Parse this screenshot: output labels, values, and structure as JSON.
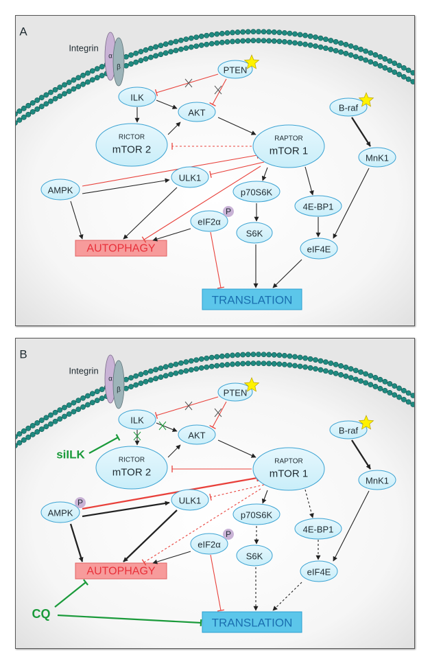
{
  "colors": {
    "activation": "#222222",
    "inhibition": "#e8403a",
    "treatment": "#1a9a3a",
    "node_fill": "#c9eef9",
    "node_stroke": "#3aa2d2",
    "autophagy_fill": "#f79b9b",
    "autophagy_text": "#e8303a",
    "translation_fill": "#5cc6ea",
    "translation_text": "#1a6fb0",
    "lipid": "#1f8a80",
    "star": "#fff200"
  },
  "panels": [
    {
      "label": "A",
      "integrin_label": "Integrin",
      "integrin_subunits": [
        "α",
        "β"
      ],
      "nodes": [
        {
          "id": "PTEN",
          "label": "PTEN",
          "mutated": true
        },
        {
          "id": "ILK",
          "label": "ILK"
        },
        {
          "id": "AKT",
          "label": "AKT"
        },
        {
          "id": "mTOR2",
          "sublabel": "RICTOR",
          "label": "mTOR 2"
        },
        {
          "id": "mTOR1",
          "sublabel": "RAPTOR",
          "label": "mTOR 1"
        },
        {
          "id": "Braf",
          "label": "B-raf",
          "mutated": true
        },
        {
          "id": "MnK1",
          "label": "MnK1"
        },
        {
          "id": "AMPK",
          "label": "AMPK"
        },
        {
          "id": "ULK1",
          "label": "ULK1"
        },
        {
          "id": "p70S6K",
          "label": "p70S6K"
        },
        {
          "id": "4EBP1",
          "label": "4E-BP1"
        },
        {
          "id": "eIF2a",
          "label": "eIF2α",
          "phospho": "P"
        },
        {
          "id": "S6K",
          "label": "S6K"
        },
        {
          "id": "eIF4E",
          "label": "eIF4E"
        }
      ],
      "outputs": {
        "autophagy": "AUTOPHAGY",
        "translation": "TRANSLATION"
      },
      "treatments": [],
      "edges": [
        {
          "from": "PTEN",
          "to": "ILK",
          "type": "inhibition",
          "blocked": true
        },
        {
          "from": "PTEN",
          "to": "AKT",
          "type": "inhibition",
          "blocked": true
        },
        {
          "from": "ILK",
          "to": "AKT",
          "type": "activation"
        },
        {
          "from": "ILK",
          "to": "mTOR2",
          "type": "activation"
        },
        {
          "from": "mTOR2",
          "to": "AKT",
          "type": "activation"
        },
        {
          "from": "AKT",
          "to": "mTOR1",
          "type": "activation"
        },
        {
          "from": "mTOR1",
          "to": "mTOR2",
          "type": "inhibition",
          "style": "dotted"
        },
        {
          "from": "AMPK",
          "to": "mTOR1",
          "type": "inhibition"
        },
        {
          "from": "mTOR1",
          "to": "ULK1",
          "type": "inhibition"
        },
        {
          "from": "AMPK",
          "to": "ULK1",
          "type": "activation"
        },
        {
          "from": "mTOR1",
          "to": "AUTOPHAGY",
          "type": "inhibition"
        },
        {
          "from": "mTOR1",
          "to": "p70S6K",
          "type": "activation"
        },
        {
          "from": "mTOR1",
          "to": "4EBP1",
          "type": "activation"
        },
        {
          "from": "AMPK",
          "to": "AUTOPHAGY",
          "type": "activation"
        },
        {
          "from": "ULK1",
          "to": "AUTOPHAGY",
          "type": "activation"
        },
        {
          "from": "eIF2a",
          "to": "AUTOPHAGY",
          "type": "activation"
        },
        {
          "from": "eIF2a",
          "to": "TRANSLATION",
          "type": "inhibition"
        },
        {
          "from": "p70S6K",
          "to": "S6K",
          "type": "activation"
        },
        {
          "from": "4EBP1",
          "to": "eIF4E",
          "type": "activation"
        },
        {
          "from": "Braf",
          "to": "MnK1",
          "type": "activation",
          "weight": "bold"
        },
        {
          "from": "MnK1",
          "to": "eIF4E",
          "type": "activation"
        },
        {
          "from": "S6K",
          "to": "TRANSLATION",
          "type": "activation"
        },
        {
          "from": "eIF4E",
          "to": "TRANSLATION",
          "type": "activation"
        }
      ]
    },
    {
      "label": "B",
      "integrin_label": "Integrin",
      "integrin_subunits": [
        "α",
        "β"
      ],
      "nodes": [
        {
          "id": "PTEN",
          "label": "PTEN",
          "mutated": true
        },
        {
          "id": "ILK",
          "label": "ILK"
        },
        {
          "id": "AKT",
          "label": "AKT"
        },
        {
          "id": "mTOR2",
          "sublabel": "RICTOR",
          "label": "mTOR 2"
        },
        {
          "id": "mTOR1",
          "sublabel": "RAPTOR",
          "label": "mTOR 1"
        },
        {
          "id": "Braf",
          "label": "B-raf",
          "mutated": true
        },
        {
          "id": "MnK1",
          "label": "MnK1"
        },
        {
          "id": "AMPK",
          "label": "AMPK",
          "phospho": "P"
        },
        {
          "id": "ULK1",
          "label": "ULK1"
        },
        {
          "id": "p70S6K",
          "label": "p70S6K"
        },
        {
          "id": "4EBP1",
          "label": "4E-BP1"
        },
        {
          "id": "eIF2a",
          "label": "eIF2α",
          "phospho": "P"
        },
        {
          "id": "S6K",
          "label": "S6K"
        },
        {
          "id": "eIF4E",
          "label": "eIF4E"
        }
      ],
      "outputs": {
        "autophagy": "AUTOPHAGY",
        "translation": "TRANSLATION"
      },
      "treatments": [
        {
          "id": "siILK",
          "label": "siILK"
        },
        {
          "id": "CQ",
          "label": "CQ"
        }
      ],
      "edges": [
        {
          "from": "PTEN",
          "to": "ILK",
          "type": "inhibition",
          "blocked": true
        },
        {
          "from": "PTEN",
          "to": "AKT",
          "type": "inhibition",
          "blocked": true
        },
        {
          "from": "ILK",
          "to": "AKT",
          "type": "activation",
          "blocked_by_treatment": true
        },
        {
          "from": "ILK",
          "to": "mTOR2",
          "type": "activation",
          "blocked_by_treatment": true
        },
        {
          "from": "mTOR2",
          "to": "AKT",
          "type": "activation"
        },
        {
          "from": "AKT",
          "to": "mTOR1",
          "type": "activation"
        },
        {
          "from": "mTOR1",
          "to": "mTOR2",
          "type": "inhibition"
        },
        {
          "from": "AMPK",
          "to": "mTOR1",
          "type": "inhibition",
          "weight": "bold"
        },
        {
          "from": "mTOR1",
          "to": "ULK1",
          "type": "inhibition",
          "style": "dotted"
        },
        {
          "from": "AMPK",
          "to": "ULK1",
          "type": "activation",
          "weight": "bold"
        },
        {
          "from": "mTOR1",
          "to": "AUTOPHAGY",
          "type": "inhibition",
          "style": "dotted"
        },
        {
          "from": "mTOR1",
          "to": "p70S6K",
          "type": "activation"
        },
        {
          "from": "mTOR1",
          "to": "4EBP1",
          "type": "activation",
          "style": "dotted"
        },
        {
          "from": "AMPK",
          "to": "AUTOPHAGY",
          "type": "activation",
          "weight": "bold"
        },
        {
          "from": "ULK1",
          "to": "AUTOPHAGY",
          "type": "activation",
          "weight": "bold"
        },
        {
          "from": "eIF2a",
          "to": "AUTOPHAGY",
          "type": "activation"
        },
        {
          "from": "eIF2a",
          "to": "TRANSLATION",
          "type": "inhibition"
        },
        {
          "from": "p70S6K",
          "to": "S6K",
          "type": "activation",
          "style": "dotted"
        },
        {
          "from": "4EBP1",
          "to": "eIF4E",
          "type": "activation",
          "style": "dotted"
        },
        {
          "from": "Braf",
          "to": "MnK1",
          "type": "activation",
          "weight": "bold"
        },
        {
          "from": "MnK1",
          "to": "eIF4E",
          "type": "activation"
        },
        {
          "from": "S6K",
          "to": "TRANSLATION",
          "type": "activation",
          "style": "dotted"
        },
        {
          "from": "eIF4E",
          "to": "TRANSLATION",
          "type": "activation",
          "style": "dotted"
        },
        {
          "from": "siILK",
          "to": "ILK",
          "type": "treatment-inhibition"
        },
        {
          "from": "CQ",
          "to": "AUTOPHAGY",
          "type": "treatment-inhibition"
        },
        {
          "from": "CQ",
          "to": "TRANSLATION",
          "type": "treatment-inhibition"
        }
      ]
    }
  ]
}
